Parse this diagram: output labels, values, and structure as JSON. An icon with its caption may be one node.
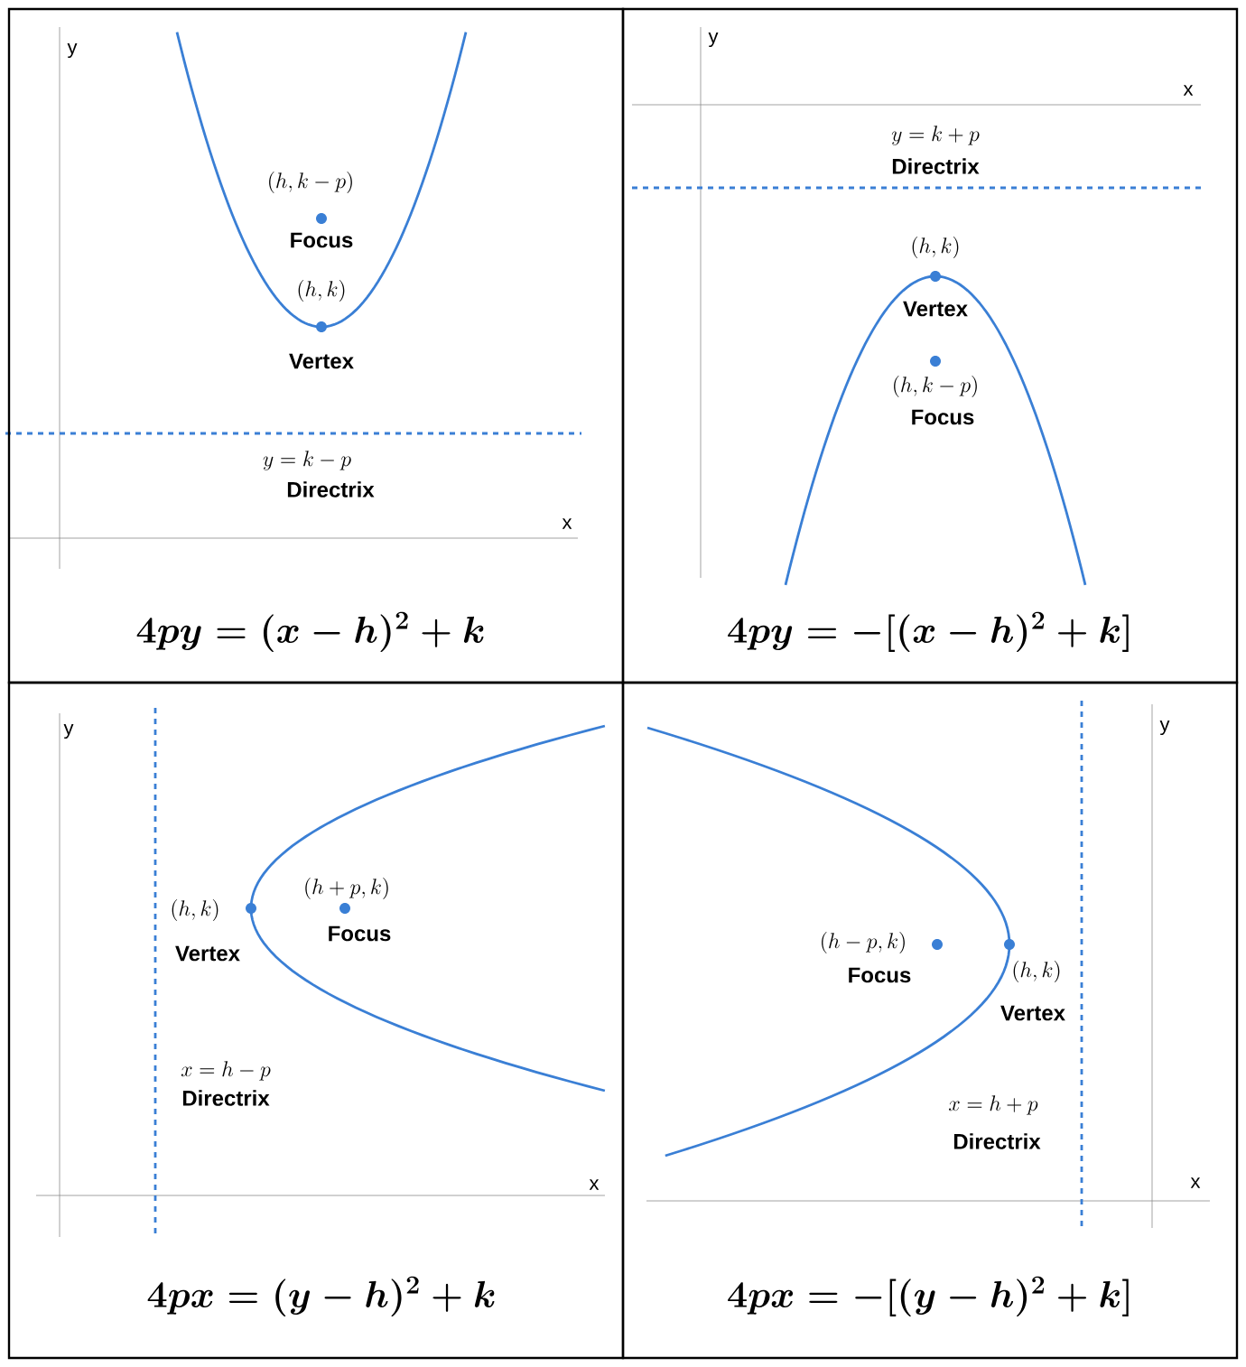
{
  "diagram": {
    "nodes": [
      {
        "text": [
          "4py=(x-h)^2+k"
        ]
      },
      {
        "text": [
          "4py=-[(x-h)^2+k]"
        ]
      },
      {
        "text": [
          "4px=(y-h)^2+k"
        ]
      },
      {
        "text": [
          "4px=-[(y-h)^2+k]"
        ]
      },
      {
        "text": [],
        "shape": "circle",
        "in": 0,
        "beside": [
          "(h,k-p)",
          "Focus"
        ]
      },
      {
        "text": [],
        "shape": "circle",
        "in": 0,
        "beside": [
          "(h,k)",
          "Vertex"
        ]
      },
      {
        "text": [],
        "shape": "circle",
        "in": 1,
        "beside": [
          "(h,k)",
          "Vertex"
        ]
      },
      {
        "text": [],
        "shape": "circle",
        "in": 1,
        "beside": [
          "(h,k-p)",
          "Focus"
        ]
      },
      {
        "text": [],
        "shape": "circle",
        "in": 2,
        "beside": [
          "(h,k)",
          "Vertex"
        ]
      },
      {
        "text": [],
        "shape": "circle",
        "in": 2,
        "beside": [
          "(h+p,k)",
          "Focus"
        ]
      },
      {
        "text": [],
        "shape": "circle",
        "in": 3,
        "beside": [
          "(h-p,k)",
          "Focus"
        ]
      },
      {
        "text": [],
        "shape": "circle",
        "in": 3,
        "beside": [
          "(h,k)",
          "Vertex"
        ]
      }
    ],
    "labels": [
      "y",
      "y=k-p",
      "Directrix",
      "x",
      "y",
      "x",
      "y=k+p",
      "Directrix",
      "y",
      "x=h-p",
      "Directrix",
      "x",
      "y",
      "x=h+p",
      "Directrix",
      "x"
    ]
  }
}
